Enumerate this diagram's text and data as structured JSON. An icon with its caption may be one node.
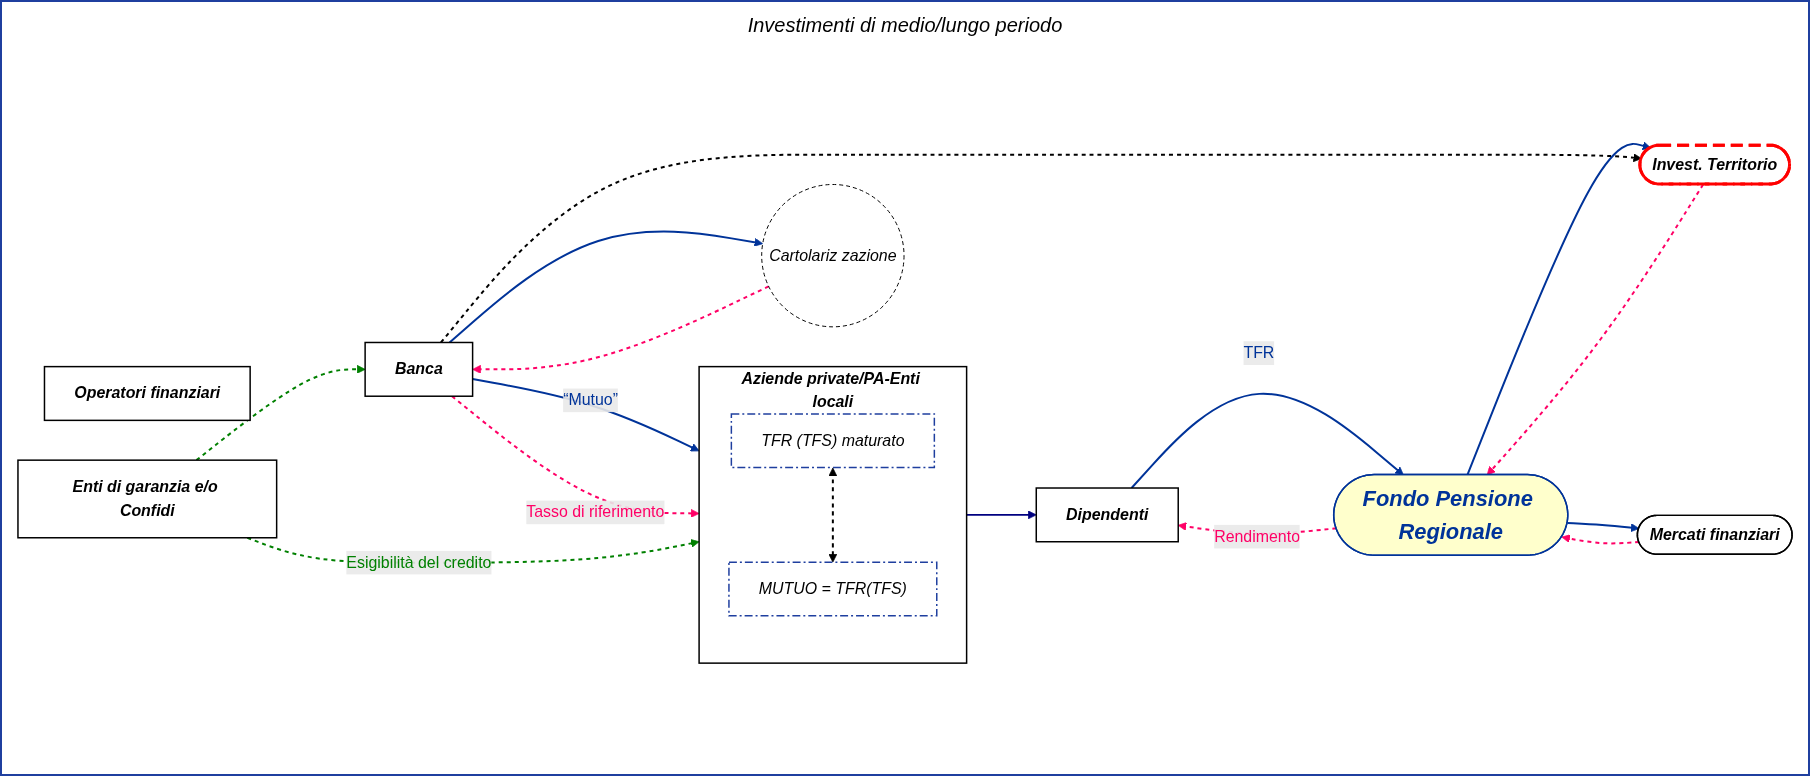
{
  "diagram": {
    "nodes": [
      {
        "text": [
          "Aziende private/PA-Enti locali"
        ]
      },
      {
        "text": [
          "TFR (TFS) maturato"
        ],
        "in": 0
      },
      {
        "text": [
          "MUTUO = TFR(TFS)"
        ],
        "in": 0
      },
      {
        "text": [
          "Dipendenti"
        ]
      },
      {
        "text": [
          "Operatori finanziari"
        ]
      },
      {
        "text": [
          "Fondo Pensione Regionale"
        ]
      },
      {
        "text": [
          "Mercati finanziari"
        ]
      },
      {
        "text": [
          "Invest. Territorio"
        ]
      },
      {
        "text": [
          "Banca"
        ]
      },
      {
        "text": [
          "Cartolariz zazione"
        ]
      },
      {
        "text": [
          "Enti di garanzia e/o Confidi"
        ]
      }
    ],
    "edges": [
      {
        "from": 0,
        "to": 3,
        "arrow": "to",
        "color": "#000080"
      },
      {
        "from": 5,
        "to": 3,
        "arrow": "to",
        "label": "Rendimento",
        "style": "dashed",
        "color": "#ff0066"
      },
      {
        "from": 3,
        "to": 5,
        "arrow": "to",
        "label": "TFR",
        "color": "#003399"
      },
      {
        "from": 6,
        "to": 5,
        "arrow": "to",
        "style": "dashed",
        "color": "#ff0066"
      },
      {
        "from": 5,
        "to": 6,
        "arrow": "to",
        "color": "#003399"
      },
      {
        "from": 7,
        "to": 5,
        "arrow": "to",
        "style": "dashed",
        "color": "#ff0066"
      },
      {
        "from": 5,
        "to": 7,
        "arrow": "to",
        "color": "#003399"
      },
      {
        "from": 8,
        "to": 7,
        "arrow": "to",
        "style": "dashed",
        "color": "#000000"
      },
      {
        "from": 8,
        "to": 0,
        "arrow": "to",
        "label": "“Mutuo”",
        "color": "#003399"
      },
      {
        "from": 8,
        "to": 0,
        "arrow": "to",
        "label": "Tasso di riferimento",
        "style": "dashed",
        "color": "#ff0066"
      },
      {
        "from": 10,
        "to": 0,
        "arrow": "to",
        "label": "Esigibilità del credito",
        "style": "dashed",
        "color": "#008000"
      },
      {
        "from": 10,
        "to": 8,
        "arrow": "to",
        "style": "dashed",
        "color": "#008000"
      },
      {
        "from": 9,
        "to": 8,
        "arrow": "to",
        "style": "dashed",
        "color": "#ff0066"
      },
      {
        "from": 8,
        "to": 9,
        "arrow": "to",
        "color": "#003399"
      },
      {
        "from": 1,
        "to": 2,
        "arrow": "both",
        "style": "dashed",
        "color": "#000000"
      }
    ],
    "labels": [
      "Investimenti di medio/lungo periodo"
    ]
  }
}
